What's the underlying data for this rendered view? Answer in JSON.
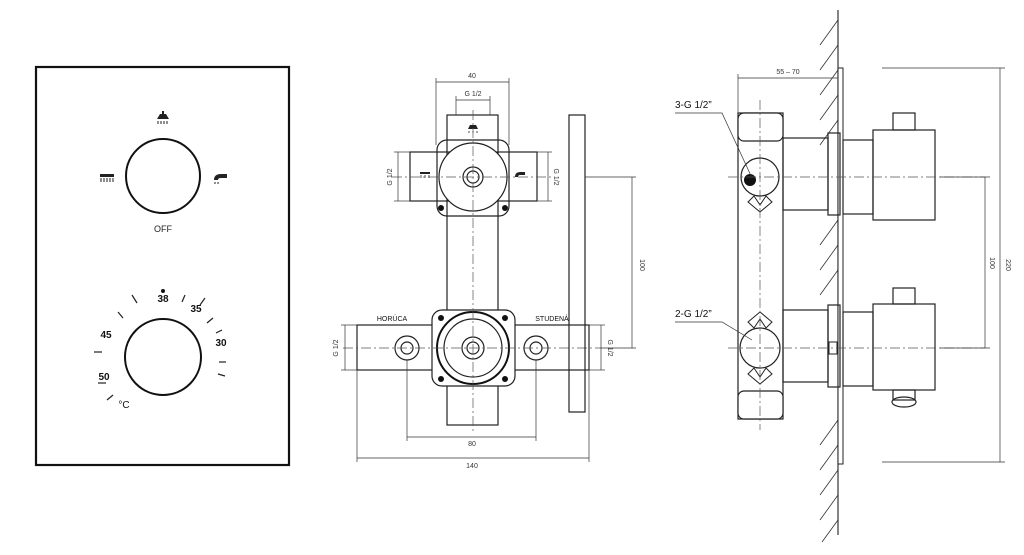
{
  "front_view": {
    "off_label": "OFF",
    "scale_numbers": [
      "38",
      "35",
      "30",
      "45",
      "50"
    ],
    "unit_label": "°C"
  },
  "mounting_box_view": {
    "dim_top_outer": "40",
    "dim_top_inner": "G 1/2",
    "dim_left_upper": "G 1/2",
    "dim_right_upper": "G 1/2",
    "dim_left_lower": "G 1/2",
    "dim_right_lower": "G 1/2",
    "dim_vertical": "100",
    "dim_bottom_inner": "80",
    "dim_bottom_outer": "140",
    "hot_label": "HORÚCA",
    "cold_label": "STUDENÁ"
  },
  "side_view": {
    "dim_top": "55 – 70",
    "dim_inner_vertical": "100",
    "dim_outer_vertical": "220",
    "upper_connection_label": "3-G 1/2”",
    "lower_connection_label": "2-G 1/2”"
  },
  "icons": [
    "shower-head-icon",
    "hand-shower-icon",
    "shower-head-icon",
    "hand-shower-icon",
    "shower-head-icon",
    "hand-shower-icon"
  ]
}
